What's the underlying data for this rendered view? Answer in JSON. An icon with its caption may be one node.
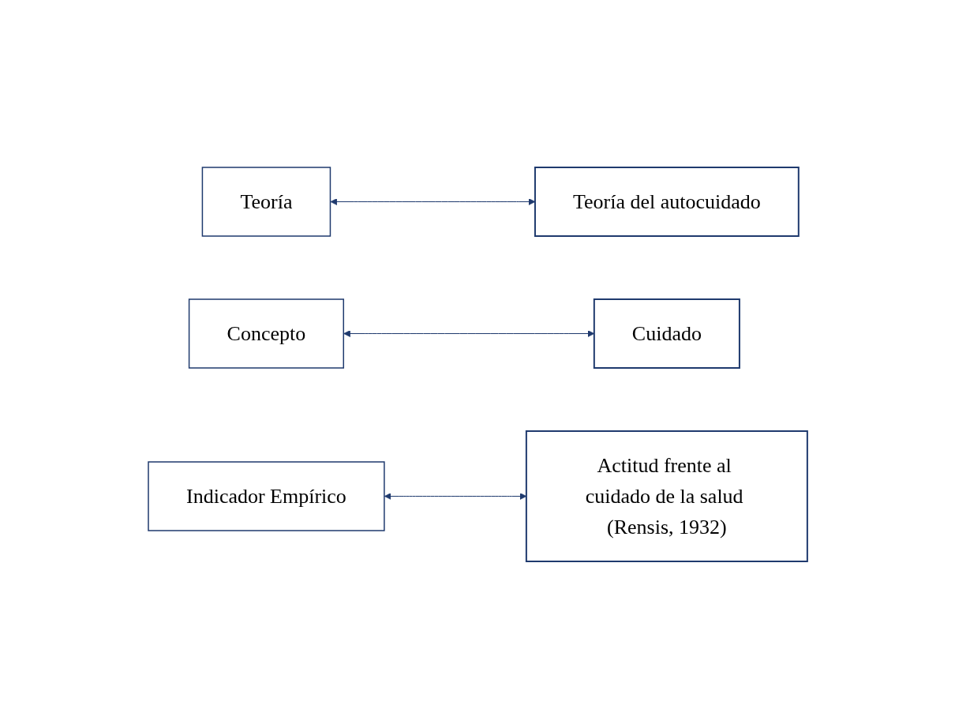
{
  "diagram": {
    "nodes": [
      {
        "text": [
          "Teoría"
        ]
      },
      {
        "text": [
          "Teoría del autocuidado"
        ]
      },
      {
        "text": [
          "Concepto"
        ]
      },
      {
        "text": [
          "Cuidado"
        ]
      },
      {
        "text": [
          "Indicador Empírico"
        ]
      },
      {
        "text": [
          "Actitud frente al cuidado de la salud (Rensis, 1932)"
        ]
      }
    ],
    "edges": [
      {
        "from": 0,
        "to": 1,
        "arrow": "both"
      },
      {
        "from": 2,
        "to": 3,
        "arrow": "both"
      },
      {
        "from": 4,
        "to": 5,
        "arrow": "both"
      }
    ]
  }
}
